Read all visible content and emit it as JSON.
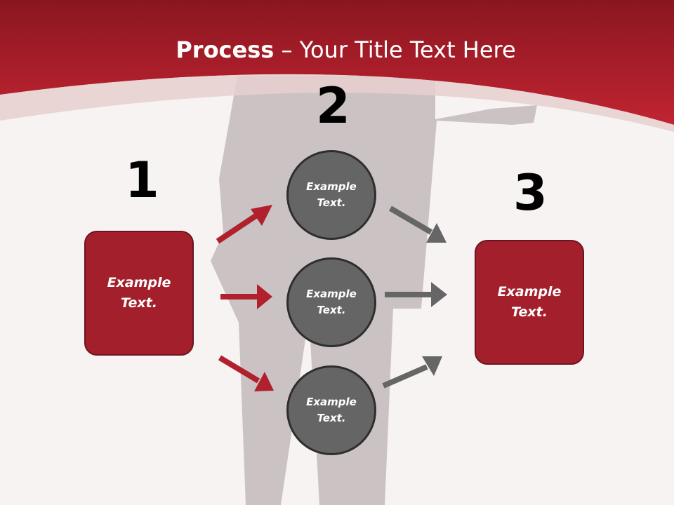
{
  "title": {
    "bold": "Process",
    "rest": " – Your Title Text Here"
  },
  "steps": {
    "one": {
      "number": "1",
      "text": "Example Text."
    },
    "two": {
      "number": "2"
    },
    "three": {
      "number": "3",
      "text": "Example Text."
    }
  },
  "circles": [
    {
      "text": "Example Text."
    },
    {
      "text": "Example Text."
    },
    {
      "text": "Example Text."
    }
  ],
  "colors": {
    "header": "#b0202d",
    "box_fill": "#a31f2b",
    "circle_fill": "#656565",
    "arrow_red": "#b0202d",
    "arrow_gray": "#666666",
    "silhouette": "#cbc3c3",
    "background": "#f8f3f3"
  }
}
